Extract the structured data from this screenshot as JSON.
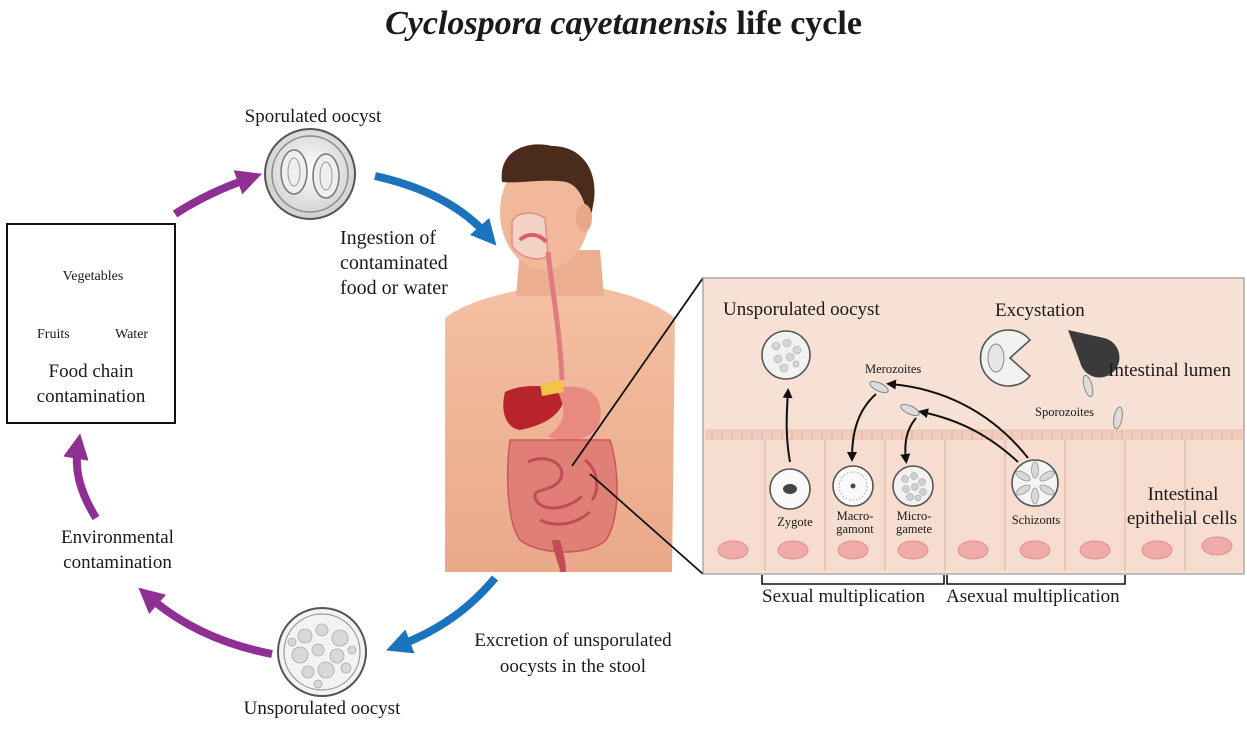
{
  "title": {
    "italic": "Cyclospora cayetanensis",
    "rest": "life cycle"
  },
  "labels": {
    "sporulated_oocyst": "Sporulated oocyst",
    "unsporulated_oocyst_bottom": "Unsporulated oocyst",
    "ingestion": [
      "Ingestion of",
      "contaminated",
      "food or water"
    ],
    "excretion": [
      "Excretion of unsporulated",
      "oocysts in the stool"
    ],
    "environmental": [
      "Environmental",
      "contamination"
    ],
    "food_chain": [
      "Food chain",
      "contamination"
    ],
    "vegetables": "Vegetables",
    "fruits": "Fruits",
    "water": "Water"
  },
  "inset": {
    "unsporulated_oocyst": "Unsporulated oocyst",
    "excystation": "Excystation",
    "merozoites": "Merozoites",
    "intestinal_lumen": "Intestinal lumen",
    "sporozoites": "Sporozoites",
    "zygote": "Zygote",
    "macrogamont": [
      "Macro-",
      "gamont"
    ],
    "microgamete": [
      "Micro-",
      "gamete"
    ],
    "schizonts": "Schizonts",
    "epithelial": [
      "Intestinal",
      "epithelial cells"
    ],
    "sexual": "Sexual multiplication",
    "asexual": "Asexual multiplication"
  },
  "colors": {
    "purple_arrow": "#8e2f93",
    "blue_arrow": "#1b73be",
    "skin": "#f2b79a",
    "hair": "#4a2b1c",
    "inset_bg": "#f7e1d5"
  }
}
